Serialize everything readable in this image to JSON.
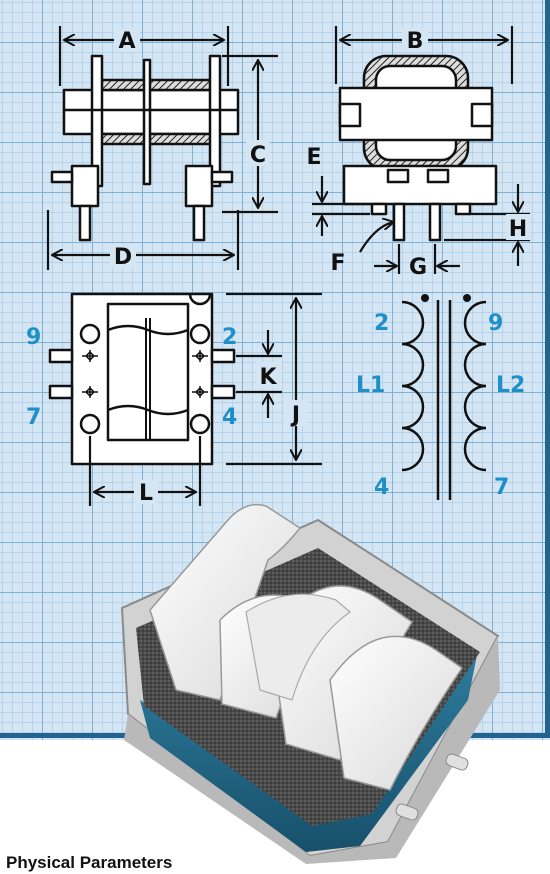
{
  "dimension_labels": {
    "A": "A",
    "B": "B",
    "C": "C",
    "D": "D",
    "E": "E",
    "F": "F",
    "G": "G",
    "H": "H",
    "J": "J",
    "K": "K",
    "L": "L"
  },
  "pin_labels": {
    "top_left": "9",
    "bottom_left": "7",
    "top_right": "2",
    "bottom_right": "4"
  },
  "schematic": {
    "left_top": "2",
    "left_bottom": "4",
    "right_top": "9",
    "right_bottom": "7",
    "left_coil": "L1",
    "right_coil": "L2"
  },
  "footer": {
    "title": "Physical Parameters"
  },
  "colors": {
    "grid_background": "#d4e6f4",
    "grid_major": "#7fb0d6",
    "border": "#24628f",
    "pin_label": "#1f8fc8",
    "ink": "#111111"
  }
}
